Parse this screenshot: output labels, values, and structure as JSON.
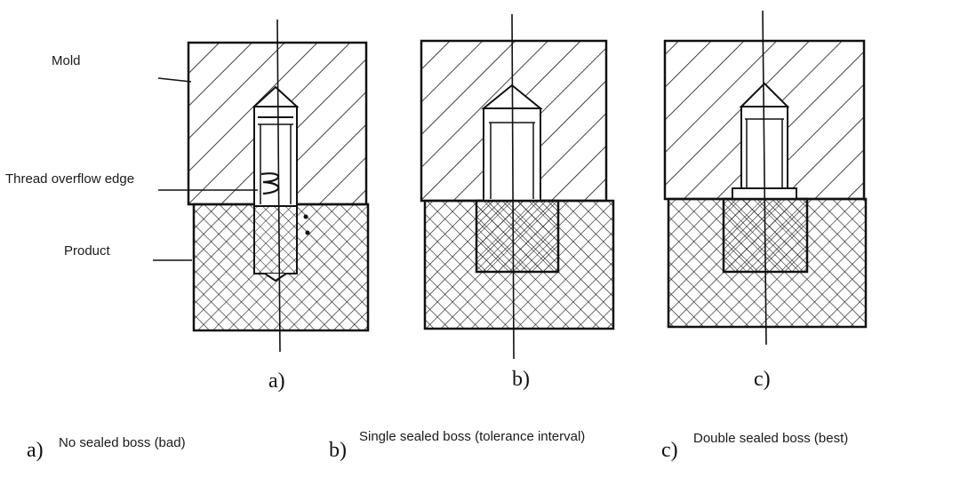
{
  "labels": {
    "mold": "Mold",
    "thread_overflow_edge": "Thread overflow edge",
    "product": "Product"
  },
  "figures": [
    {
      "caption": "a)",
      "letter": "a)",
      "description": "No sealed boss (bad)"
    },
    {
      "caption": "b)",
      "letter": "b)",
      "description": "Single sealed boss (tolerance interval)"
    },
    {
      "caption": "c)",
      "letter": "c)",
      "description": "Double sealed boss (best)"
    }
  ],
  "colors": {
    "line": "#111111",
    "background": "#ffffff"
  }
}
